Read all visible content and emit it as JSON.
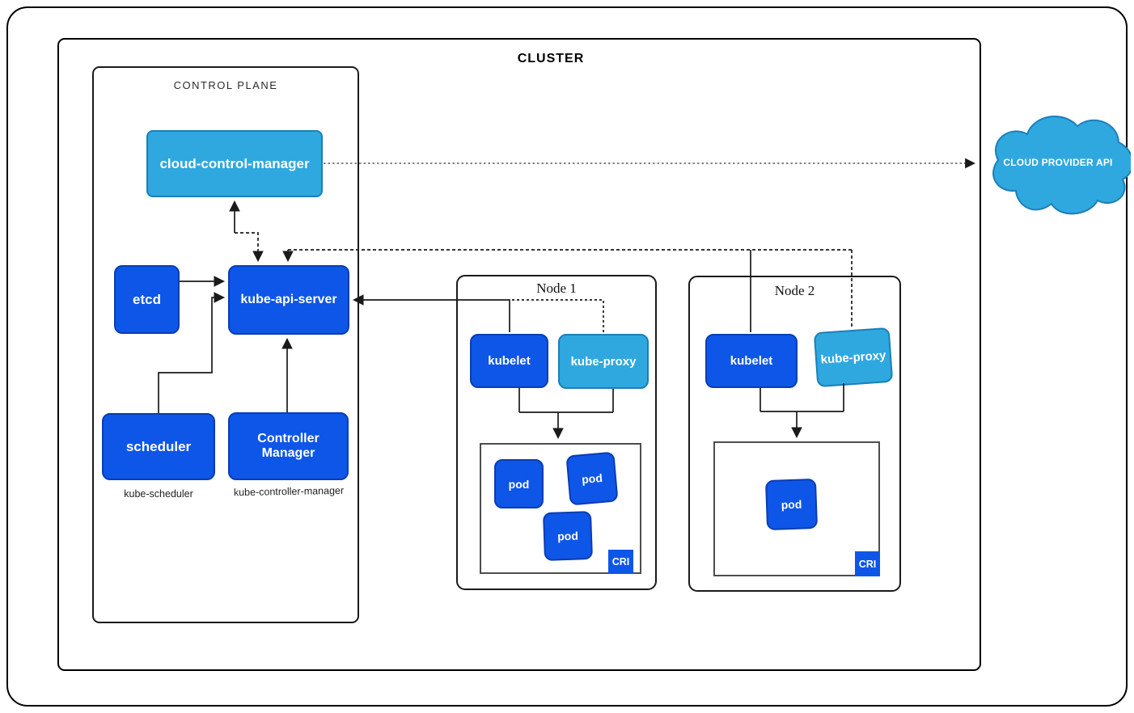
{
  "cluster": {
    "label": "CLUSTER"
  },
  "control_plane": {
    "label": "CONTROL PLANE",
    "cloud_control_manager": {
      "label": "cloud-control-manager"
    },
    "etcd": {
      "label": "etcd"
    },
    "kube_api_server": {
      "label": "kube-api-server"
    },
    "scheduler": {
      "label": "scheduler",
      "caption": "kube-scheduler"
    },
    "controller_manager": {
      "label": "Controller Manager",
      "caption": "kube-controller-manager"
    }
  },
  "nodes": [
    {
      "title": "Node 1",
      "kubelet": "kubelet",
      "kube_proxy": "kube-proxy",
      "pods": [
        "pod",
        "pod",
        "pod"
      ],
      "cri": "CRI"
    },
    {
      "title": "Node 2",
      "kubelet": "kubelet",
      "kube_proxy": "kube-proxy",
      "pods": [
        "pod"
      ],
      "cri": "CRI"
    }
  ],
  "external": {
    "cloud_provider_api": {
      "label": "CLOUD PROVIDER API"
    }
  },
  "colors": {
    "dark_blue": "#0E56E8",
    "dark_blue_border": "#0A3DB3",
    "light_blue": "#2FA8DF",
    "light_blue_border": "#1B7FB8",
    "line": "#1A1A1A",
    "dotted_line": "#5A5A5A"
  }
}
